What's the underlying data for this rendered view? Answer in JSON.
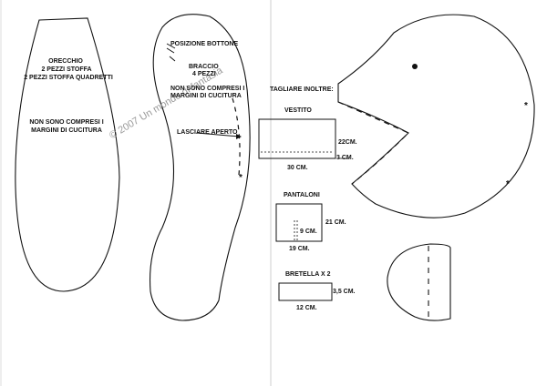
{
  "ear": {
    "title": "ORECCHIO",
    "line1": "2 PEZZI STOFFA",
    "line2": "2 PEZZI STOFFA QUADRETTI",
    "note1": "NON SONO COMPRESI I",
    "note2": "MARGINI DI CUCITURA"
  },
  "arm": {
    "button_position": "POSIZIONE BOTTONE",
    "title": "BRACCIO",
    "pieces": "4 PEZZI",
    "note1": "NON SONO COMPRESI I",
    "note2": "MARGINI DI CUCITURA",
    "leave_open": "LASCIARE APERTO"
  },
  "watermark": "© 2007 Un mondo di fantasia",
  "cut_also": "TAGLIARE INOLTRE:",
  "dress": {
    "title": "VESTITO",
    "height": "22CM.",
    "width": "30 CM.",
    "fold": "3 CM."
  },
  "trousers": {
    "title": "PANTALONI",
    "height": "21 CM.",
    "width": "19 CM.",
    "inner": "9 CM."
  },
  "strap": {
    "title": "BRETELLA  X 2",
    "height": "3,5 CM.",
    "width": "12 CM."
  },
  "colors": {
    "ink": "#111111",
    "paper": "#ffffff",
    "fold_crease": "#cfcfcf",
    "watermark": "#9a9a9a"
  }
}
